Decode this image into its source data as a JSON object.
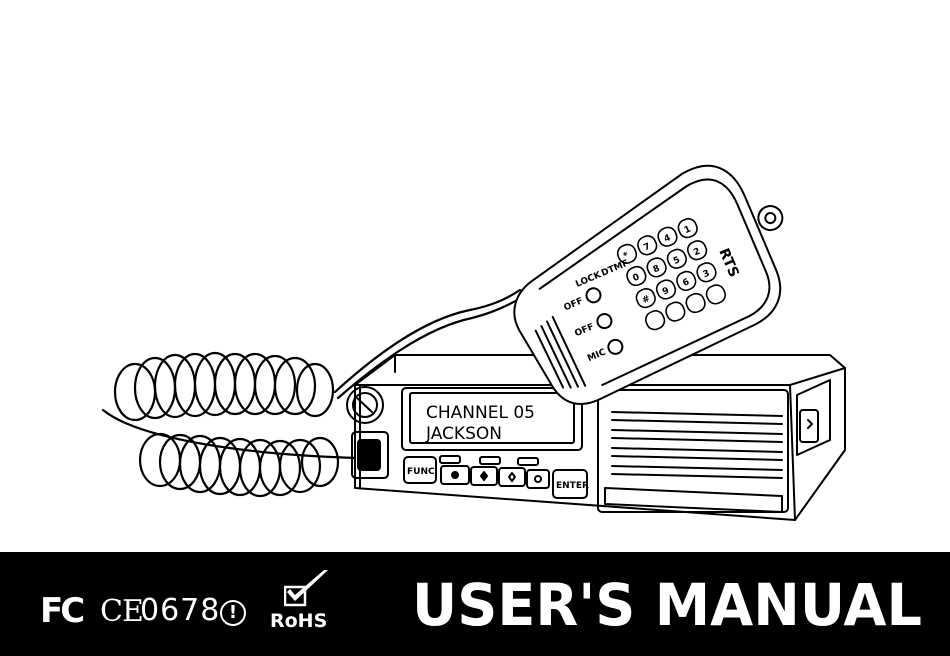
{
  "illustration": {
    "display_line1": "CHANNEL 05",
    "display_line2": "JACKSON",
    "buttons": {
      "func": "FUNC",
      "enter": "ENTER"
    },
    "mic": {
      "brand": "RTS",
      "lock_label": "LOCK",
      "dtmf_label": "DTMF",
      "off_label_1": "OFF",
      "off_label_2": "OFF",
      "mic_label": "MIC",
      "keys": [
        "1",
        "2",
        "3",
        "4",
        "5",
        "6",
        "7",
        "8",
        "9",
        "*",
        "0",
        "#"
      ]
    }
  },
  "certifications": {
    "fc": "FC",
    "ce": "CE",
    "notified_body": "0678",
    "alert": "!",
    "rohs": "RoHS"
  },
  "title": "USER'S MANUAL"
}
